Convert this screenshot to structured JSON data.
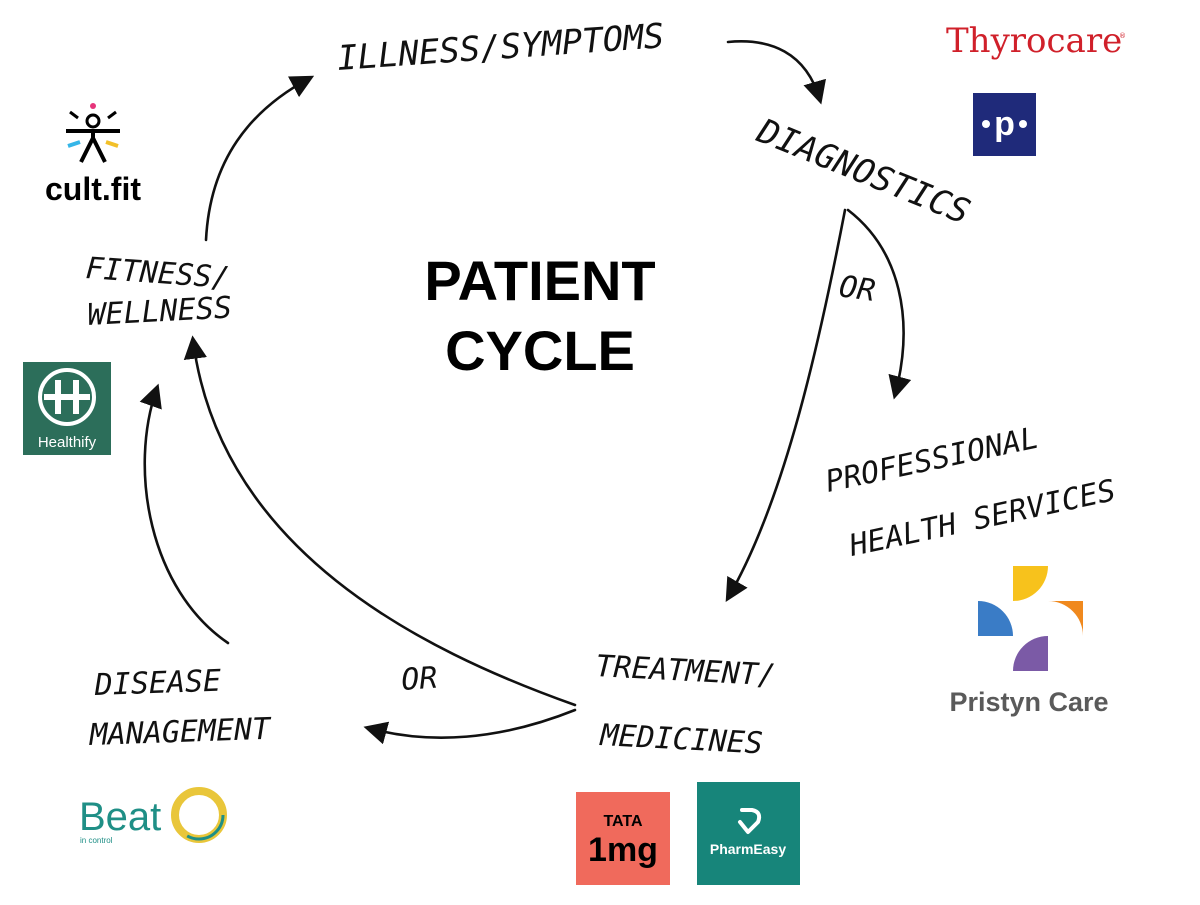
{
  "title": {
    "line1": "PATIENT",
    "line2": "CYCLE"
  },
  "stages": {
    "illness": "ILLNESS/SYMPTOMS",
    "diagnostics": "DIAGNOSTICS",
    "professional_line1": "PROFESSIONAL",
    "professional_line2": "HEALTH SERVICES",
    "treatment_line1": "TREATMENT/",
    "treatment_line2": "MEDICINES",
    "disease_line1": "DISEASE",
    "disease_line2": "MANAGEMENT",
    "fitness_line1": "FITNESS/",
    "fitness_line2": "WELLNESS"
  },
  "connectors": {
    "or_diagnostics": "OR",
    "or_treatment": "OR"
  },
  "brands": {
    "thyrocare": "Thyrocare",
    "pharmeasy_p": "p",
    "cultfit": "cult.fit",
    "healthify": "Healthify",
    "pristyn": "Pristyn Care",
    "beat": "Beat",
    "beat_tagline": "in control",
    "tata": "TATA",
    "onemg": "1mg",
    "pharmeasy": "PharmEasy"
  },
  "colors": {
    "thyrocare_red": "#d0202a",
    "pharmeasy_navy": "#1f2a7a",
    "healthify_green": "#2c6e5a",
    "pristyn_yellow": "#f7c21c",
    "pristyn_orange": "#f0891e",
    "pristyn_blue": "#3a7cc6",
    "pristyn_purple": "#7b5aa6",
    "pristyn_text": "#5a5a5a",
    "beat_teal": "#1f8f86",
    "beat_yellow": "#e9c63a",
    "tata_salmon": "#f06a5c",
    "pharmeasy_teal": "#17857a"
  }
}
